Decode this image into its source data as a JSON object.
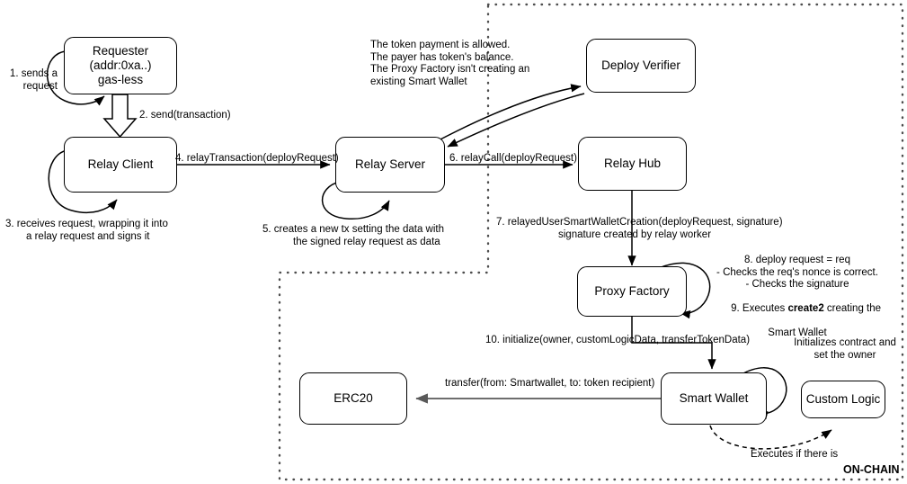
{
  "diagram": {
    "title": "RIF Relay gas-less Smart Wallet deployment flow",
    "boundary_label": "ON-CHAIN",
    "colors": {
      "stroke": "#000000",
      "background": "#ffffff",
      "transfer_arrow": "#595959",
      "boundary": "#666666"
    },
    "nodes": [
      {
        "id": "requester",
        "label": "Requester",
        "line2": "(addr:0xa..)",
        "line3": "gas-less"
      },
      {
        "id": "relay-client",
        "label": "Relay Client",
        "line2": "",
        "line3": ""
      },
      {
        "id": "relay-server",
        "label": "Relay Server",
        "line2": "",
        "line3": ""
      },
      {
        "id": "deploy-verifier",
        "label": "Deploy Verifier",
        "line2": "",
        "line3": ""
      },
      {
        "id": "relay-hub",
        "label": "Relay Hub",
        "line2": "",
        "line3": ""
      },
      {
        "id": "proxy-factory",
        "label": "Proxy Factory",
        "line2": "",
        "line3": ""
      },
      {
        "id": "smart-wallet",
        "label": "Smart Wallet",
        "line2": "",
        "line3": ""
      },
      {
        "id": "custom-logic",
        "label": "Custom Logic",
        "line2": "",
        "line3": ""
      },
      {
        "id": "erc20",
        "label": "ERC20",
        "line2": "",
        "line3": ""
      }
    ],
    "edge_labels": {
      "step1_line1": "1. sends a",
      "step1_line2": "request",
      "step2": "2. send(transaction)",
      "step3_line1": "3. receives request, wrapping it into",
      "step3_line2": "a relay request and signs it",
      "step4": "4. relayTransaction(deployRequest)",
      "step5_line1": "5. creates a new tx setting the data with",
      "step5_line2": "the signed relay request as data",
      "step6": "6. relayCall(deployRequest)",
      "step7_line1": "7. relayedUserSmartWalletCreation(deployRequest, signature)",
      "step7_line2": "signature created by relay worker",
      "step10": "10. initialize(owner, customLogicData, transferTokenData)",
      "transfer": "transfer(from: Smartwallet, to: token recipient)",
      "executes_if_there_is": "Executes if there is"
    },
    "verifier_note": {
      "line1": "The token payment is allowed.",
      "line2": "The payer has token's balance.",
      "line3": "The Proxy Factory isn't creating an",
      "line4": "existing Smart Wallet"
    },
    "factory_note": {
      "line1": "8. deploy request = req",
      "line2": "- Checks the req's nonce is correct.",
      "line3": "- Checks the signature",
      "line4_pre": "9. Executes ",
      "line4_bold": "create2",
      "line4_post": " creating the",
      "line5": "Smart Wallet"
    },
    "wallet_note": {
      "line1": "Initializes contract and",
      "line2": "set the owner"
    }
  }
}
